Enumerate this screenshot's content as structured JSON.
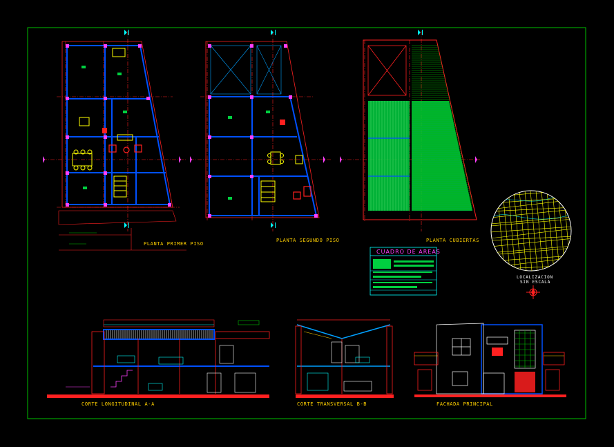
{
  "drawing": {
    "titles": {
      "plan1": "PLANTA PRIMER PISO",
      "plan2": "PLANTA SEGUNDO PISO",
      "roof": "PLANTA CUBIERTAS",
      "section_a": "CORTE LONGITUDINAL A-A",
      "section_b": "CORTE TRANSVERSAL B-B",
      "facade": "FACHADA PRINCIPAL"
    },
    "location": {
      "label_1": "LOCALIZACION",
      "label_2": "SIN ESCALA"
    },
    "areas_table": {
      "title": "CUADRO DE AREAS"
    },
    "colors": {
      "frame": "#00c000",
      "wall": "#0050ff",
      "grid": "#ff2020",
      "text": "#ffd000",
      "roof_fill": "#00d040",
      "furniture": "#ffff00",
      "magenta": "#ff40ff",
      "white": "#ffffff"
    }
  }
}
